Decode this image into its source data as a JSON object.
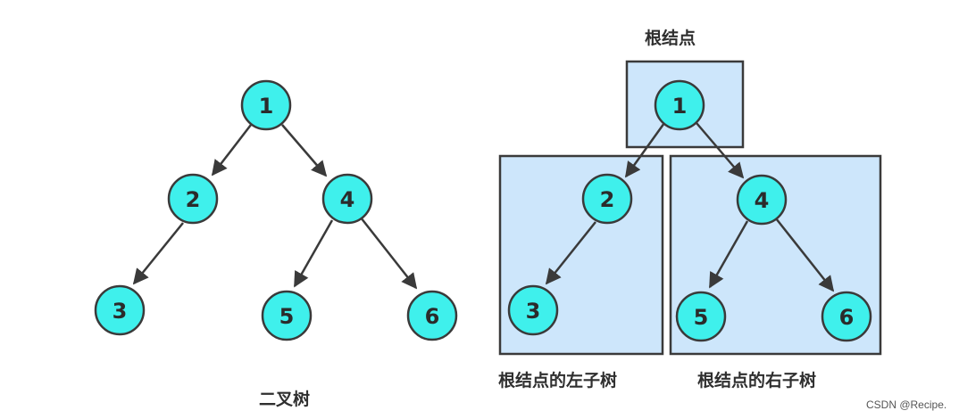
{
  "left_tree": {
    "caption": "二叉树",
    "nodes": {
      "n1": "1",
      "n2": "2",
      "n3": "3",
      "n4": "4",
      "n5": "5",
      "n6": "6"
    }
  },
  "right_tree": {
    "root_caption": "根结点",
    "left_subtree_caption": "根结点的左子树",
    "right_subtree_caption": "根结点的右子树",
    "nodes": {
      "n1": "1",
      "n2": "2",
      "n3": "3",
      "n4": "4",
      "n5": "5",
      "n6": "6"
    }
  },
  "watermark": "CSDN @Recipe.",
  "colors": {
    "node_fill": "#3ff0ec",
    "subtree_fill": "#cde6fb",
    "stroke": "#3a3a3a"
  }
}
